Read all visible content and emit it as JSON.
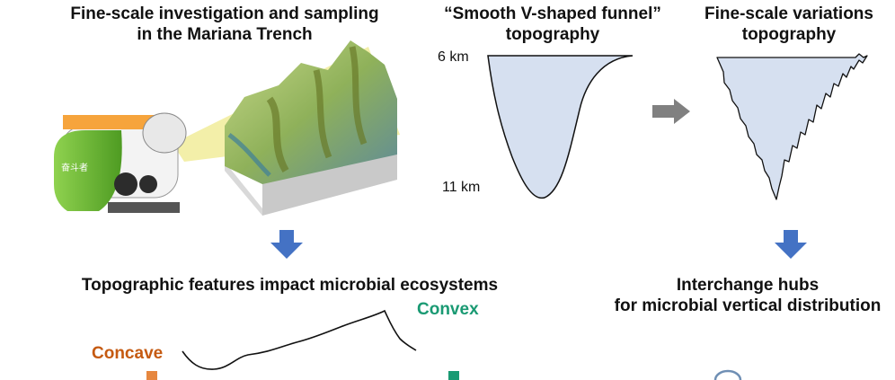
{
  "titles": {
    "investigation_line1": "Fine-scale investigation and sampling",
    "investigation_line2": "in the Mariana Trench",
    "smooth_line1": "“Smooth V-shaped funnel”",
    "smooth_line2": "topography",
    "fine_line1": "Fine-scale variations",
    "fine_line2": "topography",
    "impact": "Topographic features impact microbial ecosystems",
    "hubs_line1": "Interchange hubs",
    "hubs_line2": "for microbial vertical distribution"
  },
  "depths": {
    "top": "6 km",
    "bottom": "11 km"
  },
  "features": {
    "concave": "Concave",
    "convex": "Convex"
  },
  "submersible": {
    "hull_text": "奋斗者"
  },
  "colors": {
    "funnel_fill": "#d6e0f0",
    "arrow_blue": "#4472c4",
    "arrow_gray": "#808080",
    "concave": "#c55a11",
    "convex": "#1a9a73",
    "sub_green": "#6fc33a"
  }
}
